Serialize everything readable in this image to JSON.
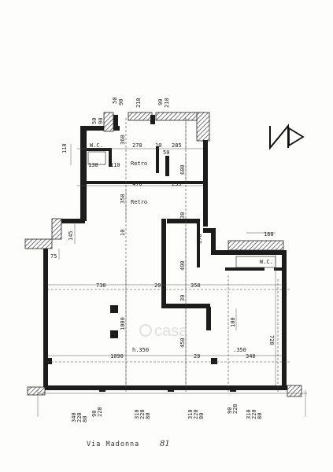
{
  "street": {
    "label": "Via Madonna",
    "number": "81"
  },
  "watermark": "casa",
  "rooms": {
    "wc_top": "W.C.",
    "retro_upper": "Retro",
    "retro_lower": "Retro",
    "wc_right": "W.C.",
    "height_left": "h.350",
    "height_right": ".350"
  },
  "dimensions": {
    "d50": "50",
    "d90": "90",
    "d210a": "210",
    "d90b": "90",
    "d210b": "210",
    "d50b": "50",
    "d90c": "90",
    "d110": "110",
    "d360": "360",
    "d270": "270",
    "d10a": "10",
    "d285": "285",
    "d50c": "50",
    "d130": "130",
    "d110b": "110",
    "d680": "680",
    "d470": "470",
    "d235": "235",
    "d350": "350",
    "d30a": "30",
    "d160": "160",
    "d145": "145",
    "d10b": "10",
    "d170": "170",
    "d75": "75",
    "d490": "490",
    "d730": "730",
    "d20a": "20",
    "d30b": "30",
    "d350b": "350",
    "d720": "720",
    "d1000": "1000",
    "d100": "100",
    "d450": "450",
    "d1090": "1090",
    "d20b": "20",
    "d340": "340",
    "b1": "340",
    "b2": "220",
    "b3": "80",
    "b4": "90",
    "b5": "220",
    "b6": "310",
    "b7": "220",
    "b8": "80",
    "b9": "310",
    "b10": "220",
    "b11": "80",
    "b12": "90",
    "b13": "220",
    "b14": "310",
    "b15": "220",
    "b16": "80"
  }
}
